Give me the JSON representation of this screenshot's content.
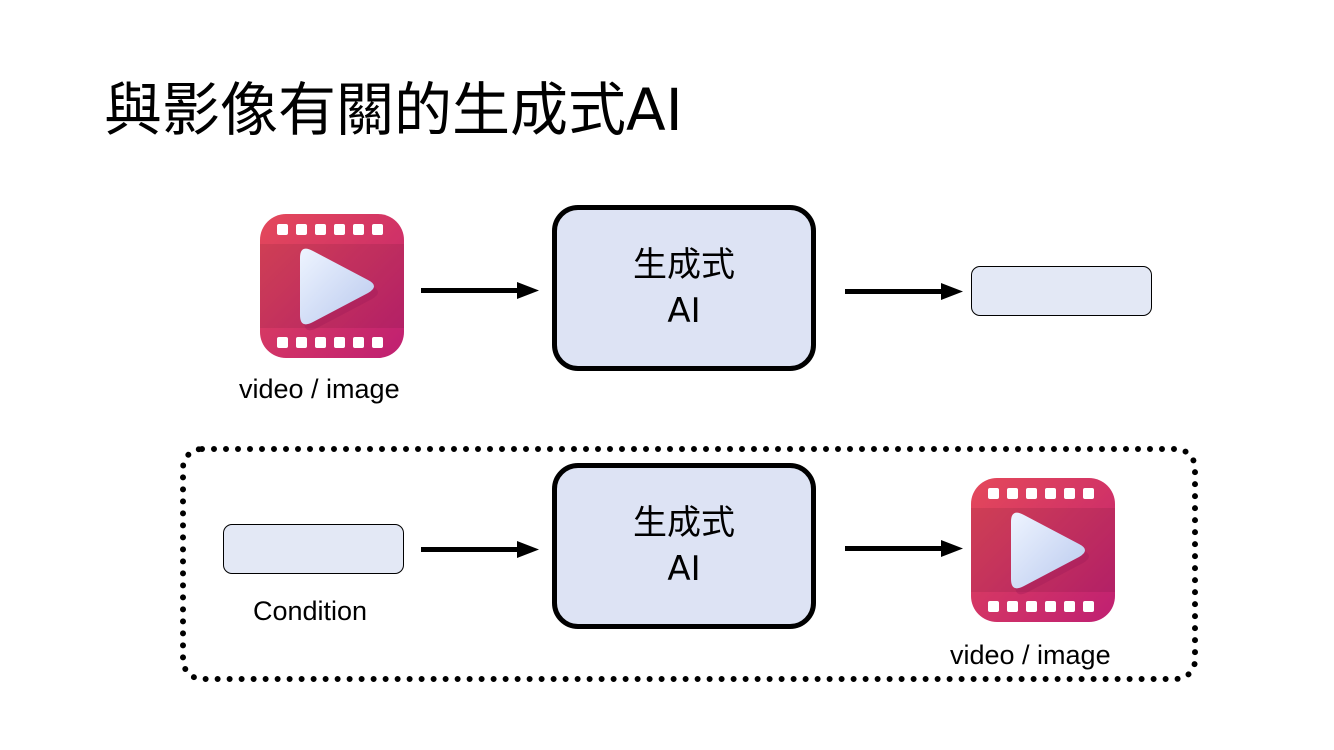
{
  "title": "與影像有關的生成式AI",
  "top_row": {
    "input_label": "video / image",
    "generator": {
      "line1": "生成式",
      "line2": "AI"
    }
  },
  "bottom_row": {
    "input_label": "Condition",
    "generator": {
      "line1": "生成式",
      "line2": "AI"
    },
    "output_label": "video / image"
  },
  "icons": {
    "video": "video-play-icon",
    "arrow": "arrow-right-icon"
  },
  "colors": {
    "box_fill": "#dde3f4",
    "icon_gradient_start": "#e24a5a",
    "icon_gradient_end": "#c2206f"
  }
}
